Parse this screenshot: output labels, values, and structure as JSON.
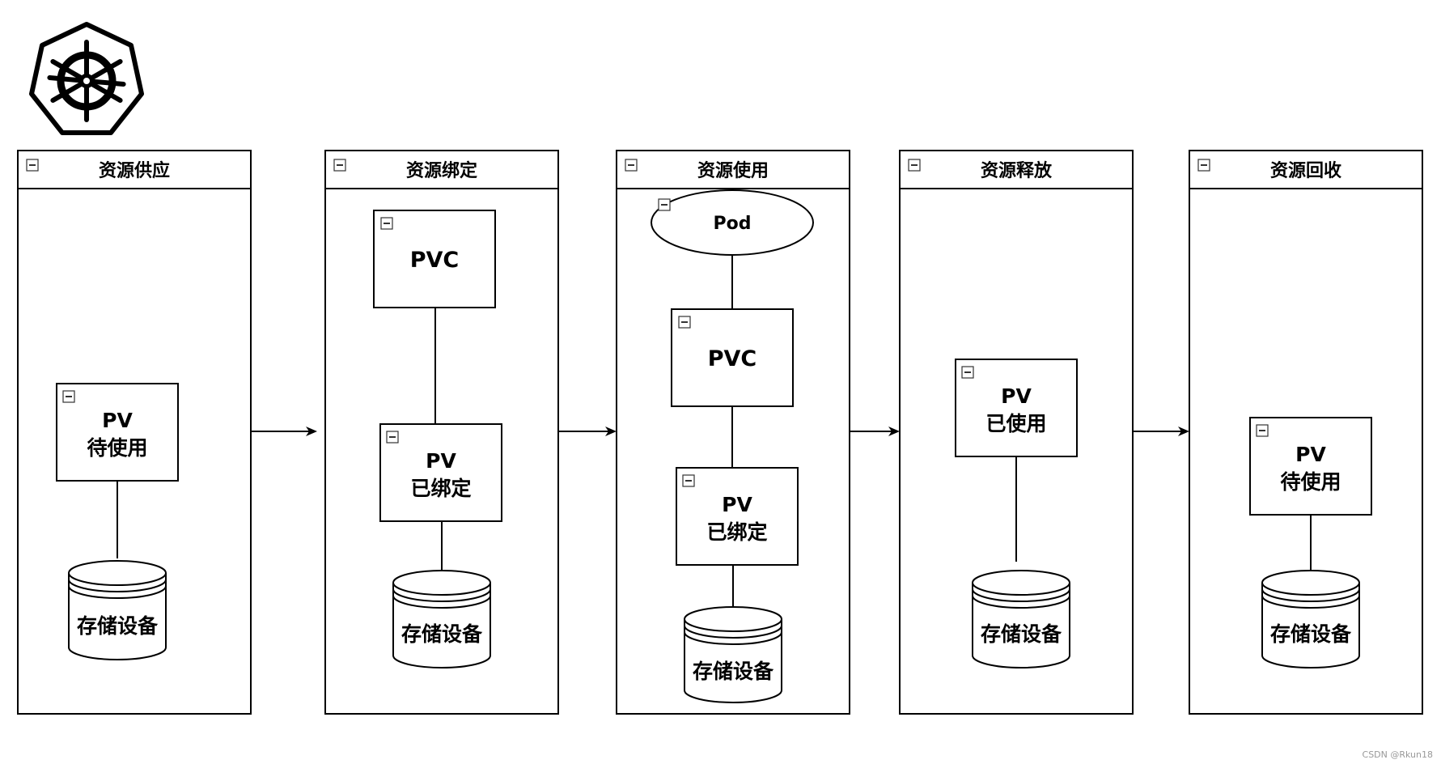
{
  "stages": [
    {
      "title": "资源供应"
    },
    {
      "title": "资源绑定"
    },
    {
      "title": "资源使用"
    },
    {
      "title": "资源释放"
    },
    {
      "title": "资源回收"
    }
  ],
  "nodes": {
    "s1_pv": {
      "line1": "PV",
      "line2": "待使用"
    },
    "s1_db": {
      "label": "存储设备"
    },
    "s2_pvc": {
      "label": "PVC"
    },
    "s2_pv": {
      "line1": "PV",
      "line2": "已绑定"
    },
    "s2_db": {
      "label": "存储设备"
    },
    "s3_pod": {
      "label": "Pod"
    },
    "s3_pvc": {
      "label": "PVC"
    },
    "s3_pv": {
      "line1": "PV",
      "line2": "已绑定"
    },
    "s3_db": {
      "label": "存储设备"
    },
    "s4_pv": {
      "line1": "PV",
      "line2": "已使用"
    },
    "s4_db": {
      "label": "存储设备"
    },
    "s5_pv": {
      "line1": "PV",
      "line2": "待使用"
    },
    "s5_db": {
      "label": "存储设备"
    }
  },
  "edges": [
    {
      "from": "s1_pv",
      "to": "s1_db"
    },
    {
      "from": "s2_pvc",
      "to": "s2_pv"
    },
    {
      "from": "s2_pv",
      "to": "s2_db"
    },
    {
      "from": "s3_pod",
      "to": "s3_pvc"
    },
    {
      "from": "s3_pvc",
      "to": "s3_pv"
    },
    {
      "from": "s3_pv",
      "to": "s3_db"
    },
    {
      "from": "s4_pv",
      "to": "s4_db"
    },
    {
      "from": "s5_pv",
      "to": "s5_db"
    },
    {
      "from": "资源供应",
      "to": "资源绑定",
      "arrow": true
    },
    {
      "from": "资源绑定",
      "to": "资源使用",
      "arrow": true
    },
    {
      "from": "资源使用",
      "to": "资源释放",
      "arrow": true
    },
    {
      "from": "资源释放",
      "to": "资源回收",
      "arrow": true
    }
  ],
  "logo": {
    "icon": "kubernetes-helm-logo"
  },
  "watermark": "CSDN @Rkun18",
  "colors": {
    "line": "#000000",
    "background": "#ffffff",
    "watermark": "#999999"
  }
}
